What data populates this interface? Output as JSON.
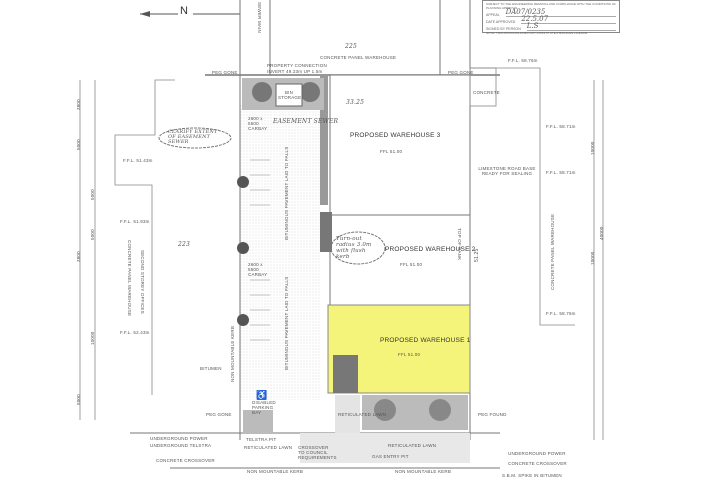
{
  "north_arrow": {
    "label": "N"
  },
  "approval_stamp": {
    "heading": "SUBJECT TO THE ENGINEERING REMOVAL AND COMPLIANCE WITH THE CONDITIONS OF PLANNING APPROVAL",
    "appeal_label": "APPEAL",
    "appeal_value": "DA07/0235",
    "date_label": "DATE APPROVED",
    "date_value": "22.5.07",
    "signed_label": "SIGNED BY PERSON",
    "signed_value": "L.S",
    "footer": "NOTE: THIS APPROVAL DOES NOT CONSTITUTE A BUILDING LICENCE"
  },
  "site": {
    "lot_number_top": "225",
    "lot_number_left": "223",
    "top_neighbour": "CONCRETE PANEL WAREHOUSE",
    "property_connection": "PROPERTY CONNECTION",
    "invert": "INVERT 49.23m UP 1.5m",
    "sewer_main": "SEWER MAIN",
    "peg_gone": "PEG GONE",
    "peg_found": "PEG FOUND",
    "bin_storage": "BIN STORAGE",
    "carpark_label": "2600 x 5500 CARBAY",
    "easement": "EASEMENT SEWER",
    "cloud_note_1": "CLARIFY EXTENT OF EASEMENT SEWER",
    "cloud_note_2": "Turn-out radius 3.0m with flush kerb",
    "bituminous": "BITUMINOUS PAVEMENT LAID TO FALLS",
    "kerb_side": "NON MOUNTABLE KERB",
    "bitumen": "BITUMEN",
    "disabled_bay": "DISABLED PARKING BAY",
    "concrete": "CONCRETE",
    "limestone": "LIMESTONE ROAD BASE READY FOR SEALING",
    "top_of_bank": "TOP OF BANK",
    "reticulated_lawn": "RETICULATED LAWN",
    "telstra_pit": "TELSTRA PIT",
    "crossover_note": "CROSSOVER TO COUNCIL REQUIREMENTS",
    "gas_pit": "GAS ENTRY PIT",
    "underground_power": "UNDERGROUND POWER",
    "underground_telstra": "UNDERGROUND TELSTRA",
    "concrete_crossover": "CONCRETE CROSSOVER",
    "non_mountable_kerb": "NON MOUNTABLE KERB",
    "spike": "S.B.M. SPIKE IN BITUMEN",
    "level_note": "33.25",
    "bank_level": "51.25"
  },
  "warehouses": [
    {
      "title": "PROPOSED WAREHOUSE 3",
      "ffl": "FFL 51.00",
      "highlighted": false
    },
    {
      "title": "PROPOSED WAREHOUSE 2",
      "ffl": "FFL 51.00",
      "highlighted": false
    },
    {
      "title": "PROPOSED WAREHOUSE 1",
      "ffl": "FFL 51.00",
      "highlighted": true
    }
  ],
  "left_neighbour": {
    "title": "CONCRETE PANEL WAREHOUSE",
    "subtitle": "SECOND STOREY OFFICES",
    "ffl": [
      "F.F.L. 51.43m",
      "F.F.L. 51.93m",
      "F.F.L. 52.43m"
    ],
    "dims": [
      "3800",
      "5000",
      "5000",
      "5000",
      "3800",
      "10000",
      "5000"
    ]
  },
  "right_neighbour": {
    "title": "CONCRETE PANEL WAREHOUSE",
    "ffl": [
      "F.F.L. 58.76m",
      "F.F.L. 58.71m",
      "F.F.L. 58.71m",
      "F.F.L. 58.76m"
    ],
    "dims": [
      "10000",
      "10000",
      "40000"
    ]
  },
  "colors": {
    "highlight": "#f4f47a",
    "line": "#666666",
    "hatch": "#8a8a8a"
  }
}
